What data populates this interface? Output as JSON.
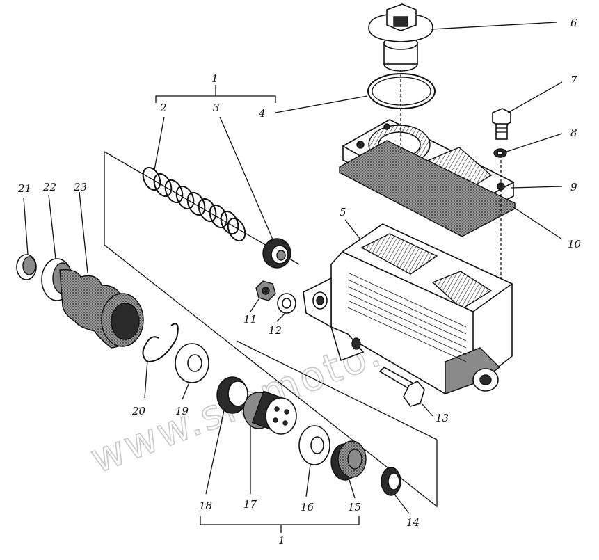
{
  "watermark": "www.sinmoto.kz",
  "labels": {
    "l1_top": "1",
    "l1_bottom": "1",
    "l2": "2",
    "l3": "3",
    "l4": "4",
    "l5": "5",
    "l6": "6",
    "l7": "7",
    "l8": "8",
    "l9": "9",
    "l10": "10",
    "l11": "11",
    "l12": "12",
    "l13": "13",
    "l14": "14",
    "l15": "15",
    "l16": "16",
    "l17": "17",
    "l18": "18",
    "l19": "19",
    "l20": "20",
    "l21": "21",
    "l22": "22",
    "l23": "23"
  }
}
